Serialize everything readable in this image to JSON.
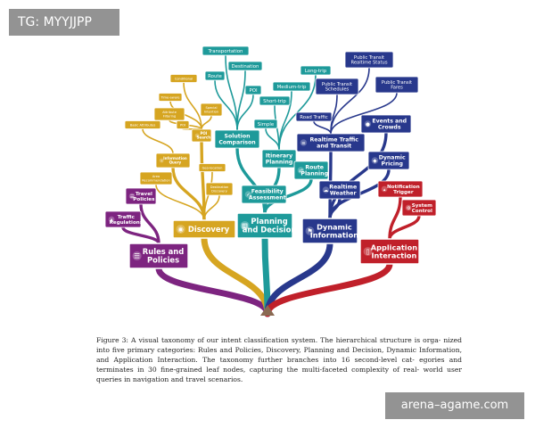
{
  "tag": {
    "text": "TG: MYYJJPP"
  },
  "watermark": {
    "text": "arena–agame.com"
  },
  "caption": {
    "line1": "Figure 3: A visual taxonomy of our intent classification system. The hierarchical structure is orga-",
    "line2": "nized into five primary categories: Rules and Policies, Discovery, Planning and Decision, Dynamic",
    "line3": "Information, and Application Interaction. The taxonomy further branches into 16 second-level cat-",
    "line4": "egories and terminates in 30 fine-grained leaf nodes, capturing the multi-faceted complexity of real-",
    "line5": "world user queries in navigation and travel scenarios."
  },
  "colors": {
    "rules": "#7d2480",
    "discovery": "#d6a521",
    "planning": "#1e9a9a",
    "dynamic": "#28388c",
    "application": "#c0202a",
    "trunk": "#8a6a52"
  },
  "tree": {
    "primary": [
      {
        "name": "rules-and-policies",
        "label": "Rules and Policies",
        "icon": "document-icon",
        "color": "#7d2480"
      },
      {
        "name": "discovery",
        "label": "Discovery",
        "icon": "compass-icon",
        "color": "#d6a521"
      },
      {
        "name": "planning-and-decision",
        "label": "Planning and Decision",
        "icon": "grid-icon",
        "color": "#1e9a9a"
      },
      {
        "name": "dynamic-information",
        "label": "Dynamic Information",
        "icon": "flag-icon",
        "color": "#28388c"
      },
      {
        "name": "application-interaction",
        "label": "Application Interaction",
        "icon": "phone-icon",
        "color": "#c0202a"
      }
    ],
    "second": [
      {
        "name": "travel-policies",
        "label": "Travel Policies",
        "icon": "document-icon",
        "color": "#7d2480"
      },
      {
        "name": "traffic-regulations",
        "label": "Traffic Regulations",
        "icon": "road-icon",
        "color": "#7d2480"
      },
      {
        "name": "information-query",
        "label": "Information Query",
        "icon": "info-icon",
        "color": "#d6a521"
      },
      {
        "name": "poi-search",
        "label": "POI Search",
        "icon": "search-icon",
        "color": "#d6a521"
      },
      {
        "name": "solution-comparison",
        "label": "Solution Comparison",
        "icon": "",
        "color": "#1e9a9a"
      },
      {
        "name": "itinerary-planning",
        "label": "Itinerary Planning",
        "icon": "",
        "color": "#1e9a9a"
      },
      {
        "name": "feasibility-assessment",
        "label": "Feasibility Assessment",
        "icon": "check-icon",
        "color": "#1e9a9a"
      },
      {
        "name": "route-planning",
        "label": "Route Planning",
        "icon": "route-icon",
        "color": "#1e9a9a"
      },
      {
        "name": "realtime-traffic-and-transit",
        "label": "Realtime Traffic and Transit",
        "icon": "traffic-light-icon",
        "color": "#28388c"
      },
      {
        "name": "realtime-weather",
        "label": "Realtime Weather",
        "icon": "cloud-icon",
        "color": "#28388c"
      },
      {
        "name": "dynamic-pricing",
        "label": "Dynamic Pricing",
        "icon": "tag-icon",
        "color": "#28388c"
      },
      {
        "name": "events-and-crowds",
        "label": "Events and Crowds",
        "icon": "people-icon",
        "color": "#28388c"
      },
      {
        "name": "notification-trigger",
        "label": "Notification Trigger",
        "icon": "bell-icon",
        "color": "#c0202a"
      },
      {
        "name": "system-control",
        "label": "System Control",
        "icon": "gear-icon",
        "color": "#c0202a"
      }
    ],
    "leaves": [
      {
        "name": "leaf-conditional",
        "label": "Conditional",
        "color": "#d6a521"
      },
      {
        "name": "leaf-time-aware",
        "label": "Time-aware",
        "color": "#d6a521"
      },
      {
        "name": "leaf-attribute-filtering",
        "label": "Attribute Filtering",
        "color": "#d6a521"
      },
      {
        "name": "leaf-special-intention",
        "label": "Special Intention",
        "color": "#d6a521"
      },
      {
        "name": "leaf-basic-attributes",
        "label": "Basic Attributes",
        "color": "#d6a521"
      },
      {
        "name": "leaf-poi",
        "label": "POI",
        "color": "#d6a521"
      },
      {
        "name": "leaf-area-recommendation",
        "label": "Area Recommendation",
        "color": "#d6a521"
      },
      {
        "name": "leaf-geo-location",
        "label": "Geo-location",
        "color": "#d6a521"
      },
      {
        "name": "leaf-destination-discovery",
        "label": "Destination Discovery",
        "color": "#d6a521"
      },
      {
        "name": "leaf-transportation",
        "label": "Transportation",
        "color": "#1e9a9a"
      },
      {
        "name": "leaf-route",
        "label": "Route",
        "color": "#1e9a9a"
      },
      {
        "name": "leaf-destination",
        "label": "Destination",
        "color": "#1e9a9a"
      },
      {
        "name": "leaf-poi-teal",
        "label": "POI",
        "color": "#1e9a9a"
      },
      {
        "name": "leaf-long-trip",
        "label": "Long-trip",
        "color": "#1e9a9a"
      },
      {
        "name": "leaf-medium-trip",
        "label": "Medium-trip",
        "color": "#1e9a9a"
      },
      {
        "name": "leaf-short-trip",
        "label": "Short-trip",
        "color": "#1e9a9a"
      },
      {
        "name": "leaf-simple",
        "label": "Simple",
        "color": "#1e9a9a"
      },
      {
        "name": "leaf-public-transit-realtime-status",
        "label": "Public Transit Realtime Status",
        "color": "#28388c"
      },
      {
        "name": "leaf-public-transit-schedules",
        "label": "Public Transit Schedules",
        "color": "#28388c"
      },
      {
        "name": "leaf-public-transit-fares",
        "label": "Public Transit Fares",
        "color": "#28388c"
      },
      {
        "name": "leaf-road-traffic",
        "label": "Road Traffic",
        "color": "#28388c"
      }
    ]
  }
}
